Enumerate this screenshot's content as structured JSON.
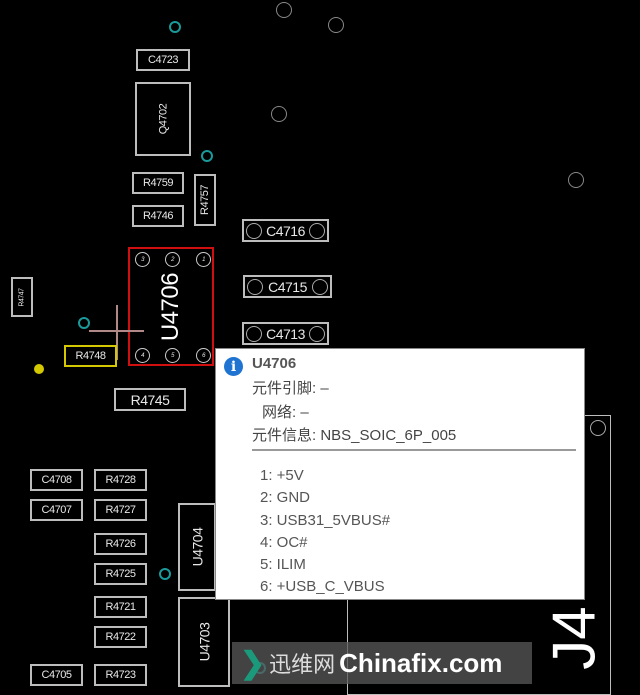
{
  "components": {
    "c4723": "C4723",
    "q4702": "Q4702",
    "r4759": "R4759",
    "r4757": "R4757",
    "r4746": "R4746",
    "c4716": "C4716",
    "c4715": "C4715",
    "c4713": "C4713",
    "u4706": "U4706",
    "r4747": "R4747",
    "r4748": "R4748",
    "r4745": "R4745",
    "c4708": "C4708",
    "r4728": "R4728",
    "c4707": "C4707",
    "r4727": "R4727",
    "r4726": "R4726",
    "r4725": "R4725",
    "r4721": "R4721",
    "r4722": "R4722",
    "c4705": "C4705",
    "r4723": "R4723",
    "u4704": "U4704",
    "u4703": "U4703",
    "j4": "J4"
  },
  "u4706_pins": [
    "3",
    "2",
    "1",
    "4",
    "5",
    "6"
  ],
  "tooltip": {
    "icon": "info-icon",
    "title": "U4706",
    "pin_label": "元件引脚: –",
    "net_label": "网络: –",
    "info_label": "元件信息: NBS_SOIC_6P_005",
    "pins": [
      "1: +5V",
      "2: GND",
      "3: USB31_5VBUS#",
      "4: OC#",
      "5: ILIM",
      "6: +USB_C_VBUS"
    ]
  },
  "watermark": {
    "cn": "迅维网",
    "en": "Chinafix.com"
  },
  "colors": {
    "selected": "#d01010",
    "highlight": "#d4c800",
    "via": "#1a9a9a",
    "info": "#1e74d0"
  }
}
